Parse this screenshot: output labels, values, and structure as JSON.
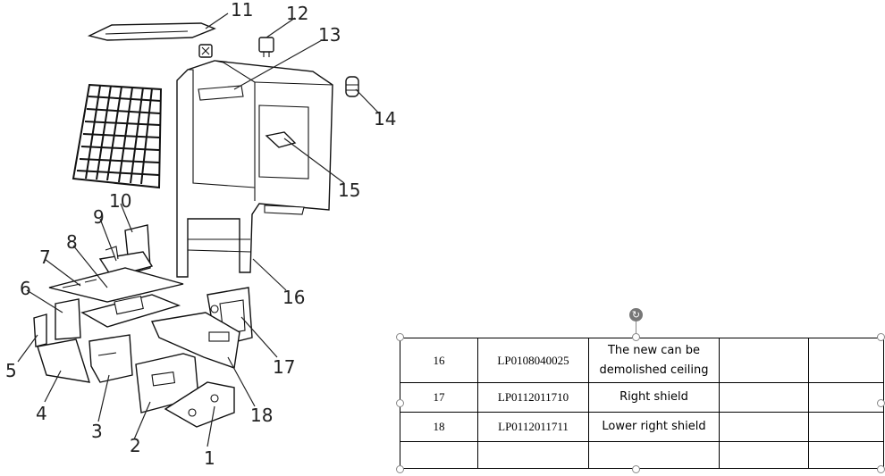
{
  "diagram": {
    "callouts": [
      "1",
      "2",
      "3",
      "4",
      "5",
      "6",
      "7",
      "8",
      "9",
      "10",
      "11",
      "12",
      "13",
      "14",
      "15",
      "16",
      "17",
      "18"
    ]
  },
  "table": {
    "rows": [
      {
        "num": "16",
        "code": "LP0108040025",
        "name": "The new can be demolished ceiling"
      },
      {
        "num": "17",
        "code": "LP0112011710",
        "name": "Right shield"
      },
      {
        "num": "18",
        "code": "LP0112011711",
        "name": "Lower right shield"
      },
      {
        "num": "",
        "code": "",
        "name": ""
      }
    ]
  },
  "selection": {
    "rotate_icon": "rotate-handle-icon"
  }
}
